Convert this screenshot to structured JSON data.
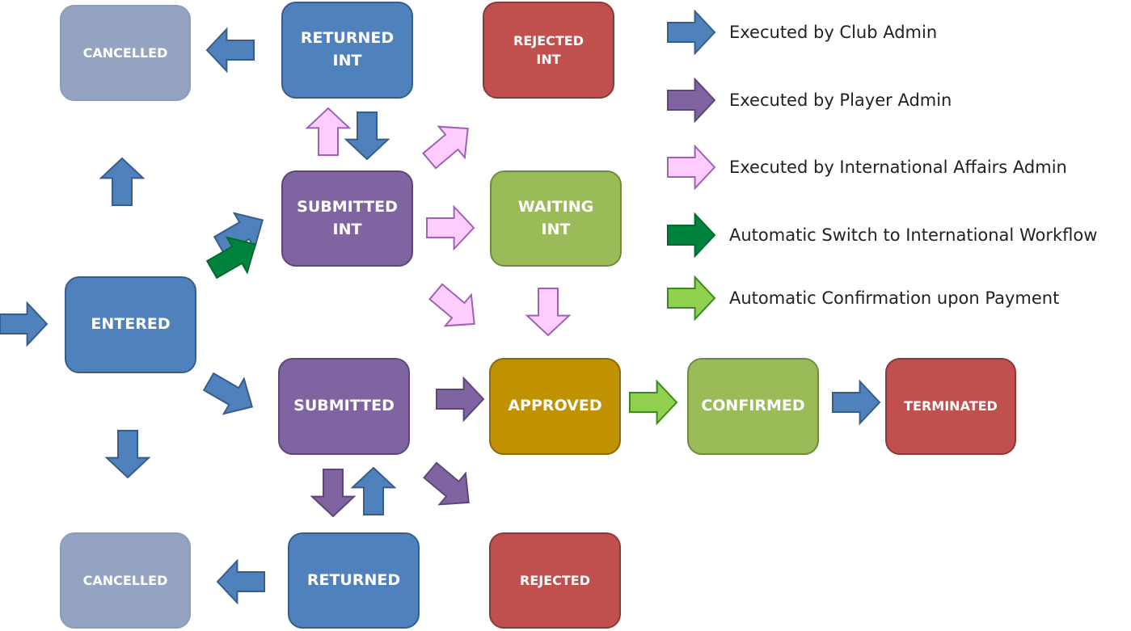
{
  "colors": {
    "club_admin": "#4F81BD",
    "club_admin_border": "#385D8A",
    "player_admin": "#8064A2",
    "player_admin_border": "#5C4776",
    "intl_admin_fill": "#FFCCFF",
    "intl_admin_border": "#9E62B5",
    "auto_switch": "#00843D",
    "auto_switch_border": "#006A30",
    "auto_confirm": "#92D050",
    "auto_confirm_border": "#3C8A1E",
    "cancelled": "#95A3C3",
    "cancelled_border": "#8D9BBB",
    "rejected": "#C0504D",
    "rejected_border": "#8C3836",
    "waiting": "#9BBB59",
    "waiting_border": "#71893F",
    "approved": "#C09100",
    "approved_border": "#8D6B00"
  },
  "states": {
    "cancelled_top": "CANCELLED",
    "returned_int": "RETURNED\nINT",
    "rejected_int": "REJECTED\nINT",
    "submitted_int": "SUBMITTED\nINT",
    "waiting_int": "WAITING\nINT",
    "entered": "ENTERED",
    "submitted": "SUBMITTED",
    "approved": "APPROVED",
    "confirmed": "CONFIRMED",
    "terminated": "TERMINATED",
    "cancelled_bottom": "CANCELLED",
    "returned": "RETURNED",
    "rejected": "REJECTED"
  },
  "legend": [
    {
      "label": "Executed by Club Admin",
      "style": "club_admin"
    },
    {
      "label": "Executed by Player Admin",
      "style": "player_admin"
    },
    {
      "label": "Executed by International Affairs Admin",
      "style": "intl_admin"
    },
    {
      "label": "Automatic Switch to International Workflow",
      "style": "auto_switch"
    },
    {
      "label": "Automatic Confirmation upon Payment",
      "style": "auto_confirm"
    }
  ],
  "transitions": [
    {
      "name": "arrow-start-to-entered",
      "style": "club_admin"
    },
    {
      "name": "arrow-entered-to-cancelled-top",
      "style": "club_admin"
    },
    {
      "name": "arrow-entered-to-cancelled-bottom",
      "style": "club_admin"
    },
    {
      "name": "arrow-entered-to-submitted-int",
      "style": "club_admin"
    },
    {
      "name": "arrow-auto-switch-to-submitted-int",
      "style": "auto_switch"
    },
    {
      "name": "arrow-entered-to-submitted",
      "style": "club_admin"
    },
    {
      "name": "arrow-returned-int-to-cancelled",
      "style": "club_admin"
    },
    {
      "name": "arrow-returned-int-to-submitted-int",
      "style": "club_admin"
    },
    {
      "name": "arrow-submitted-int-to-returned-int",
      "style": "intl_admin"
    },
    {
      "name": "arrow-submitted-int-to-rejected-int",
      "style": "intl_admin"
    },
    {
      "name": "arrow-submitted-int-to-waiting-int",
      "style": "intl_admin"
    },
    {
      "name": "arrow-submitted-int-to-approved",
      "style": "intl_admin"
    },
    {
      "name": "arrow-waiting-int-to-approved",
      "style": "intl_admin"
    },
    {
      "name": "arrow-submitted-to-approved",
      "style": "player_admin"
    },
    {
      "name": "arrow-submitted-to-rejected",
      "style": "player_admin"
    },
    {
      "name": "arrow-submitted-to-returned",
      "style": "player_admin"
    },
    {
      "name": "arrow-returned-to-submitted",
      "style": "club_admin"
    },
    {
      "name": "arrow-returned-to-cancelled",
      "style": "club_admin"
    },
    {
      "name": "arrow-approved-to-confirmed",
      "style": "auto_confirm"
    },
    {
      "name": "arrow-confirmed-to-terminated",
      "style": "club_admin"
    }
  ]
}
